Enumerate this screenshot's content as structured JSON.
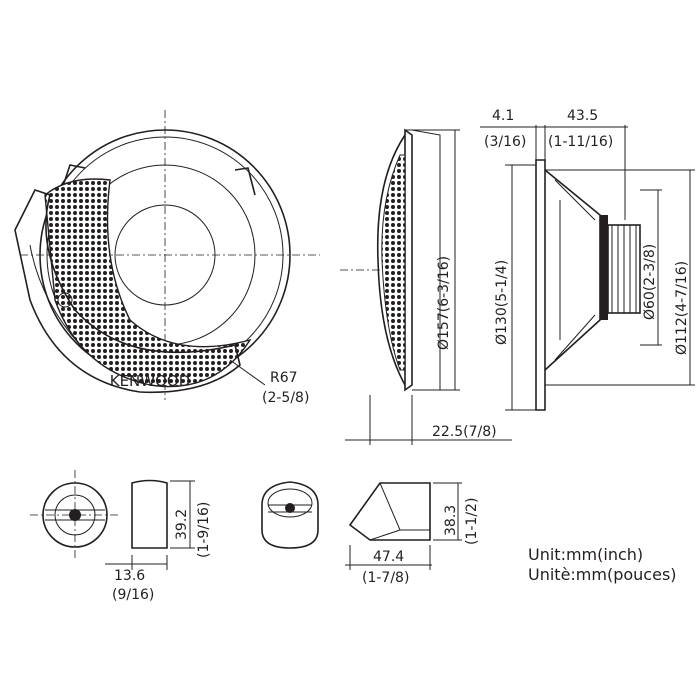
{
  "brand": "KENWOOD",
  "woofer_front": {
    "radius": "R67",
    "radius_inch": "(2-5/8)"
  },
  "woofer_side": {
    "diameter": "Ø157(6-3/16)",
    "depth": "22.5(7/8)"
  },
  "woofer_rear": {
    "flange": "4.1",
    "flange_inch": "(3/16)",
    "mount_depth": "43.5",
    "mount_depth_inch": "(1-11/16)",
    "cutout": "Ø130(5-1/4)",
    "magnet": "Ø60(2-3/8)",
    "frame": "Ø112(4-7/16)"
  },
  "tweeter": {
    "height": "39.2",
    "height_inch": "(1-9/16)",
    "depth": "13.6",
    "depth_inch": "(9/16)"
  },
  "tweeter_mount": {
    "height": "38.3",
    "height_inch": "(1-1/2)",
    "width": "47.4",
    "width_inch": "(1-7/8)"
  },
  "units": {
    "en": "Unit:mm(inch)",
    "fr": "Unitè:mm(pouces)"
  }
}
